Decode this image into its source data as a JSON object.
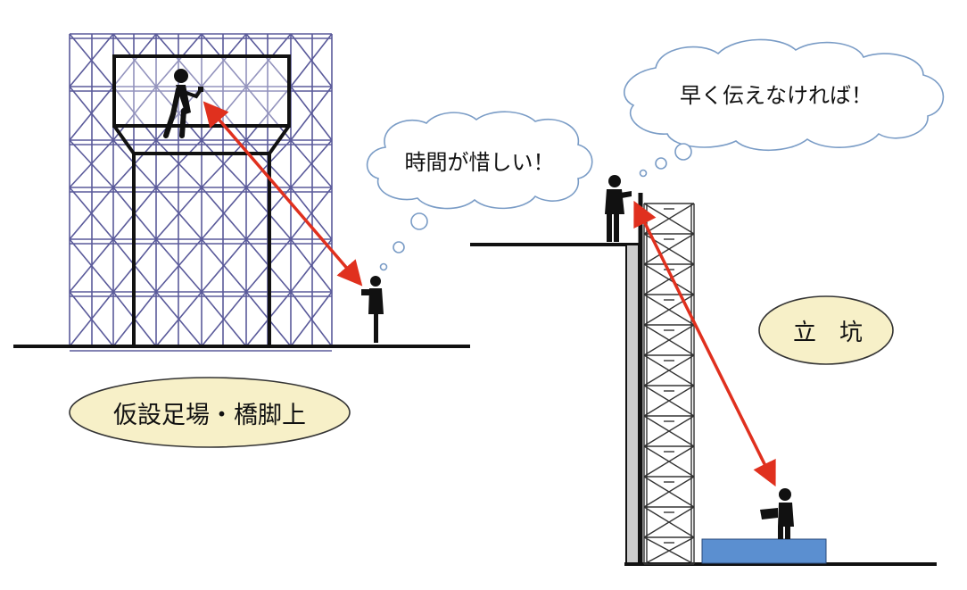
{
  "thought_left": "時間が惜しい！",
  "thought_right": "早く伝えなければ！",
  "label_left": "仮設足場・橋脚上",
  "label_right": "立　坑",
  "colors": {
    "scaffold": "#5a5a9a",
    "arrow": "#e0301e",
    "cloud_stroke": "#7a9cc6",
    "label_fill": "#f7f0c8",
    "box_fill": "#5b8fd0",
    "wall_fill": "#cccccc"
  }
}
